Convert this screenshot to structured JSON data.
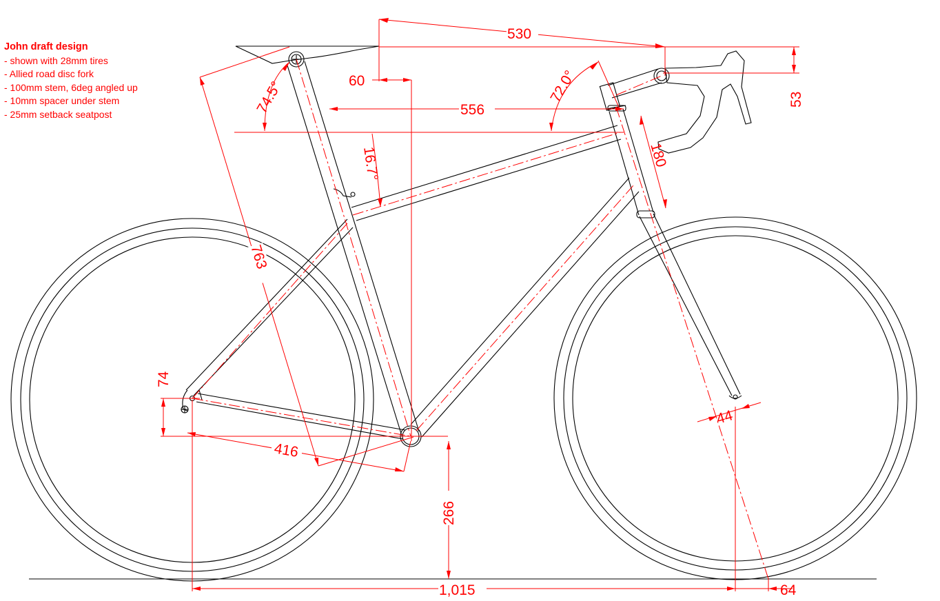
{
  "notes": {
    "title": "John draft design",
    "lines": [
      "- shown with 28mm tires",
      "- Allied road disc fork",
      "- 100mm stem, 6deg angled up",
      "- 10mm spacer under stem",
      "- 25mm setback seatpost"
    ]
  },
  "dimensions": {
    "d530": "530",
    "d60": "60",
    "d53": "53",
    "d556": "556",
    "a745": "74.5°",
    "a720": "72.0°",
    "a167": "16.7°",
    "d180": "180",
    "d763": "763",
    "d74": "74",
    "d416": "416",
    "d266": "266",
    "d44": "44",
    "d1015": "1,015",
    "d64": "64"
  },
  "colors": {
    "dimension": "#ff0000",
    "frame": "#000000"
  }
}
